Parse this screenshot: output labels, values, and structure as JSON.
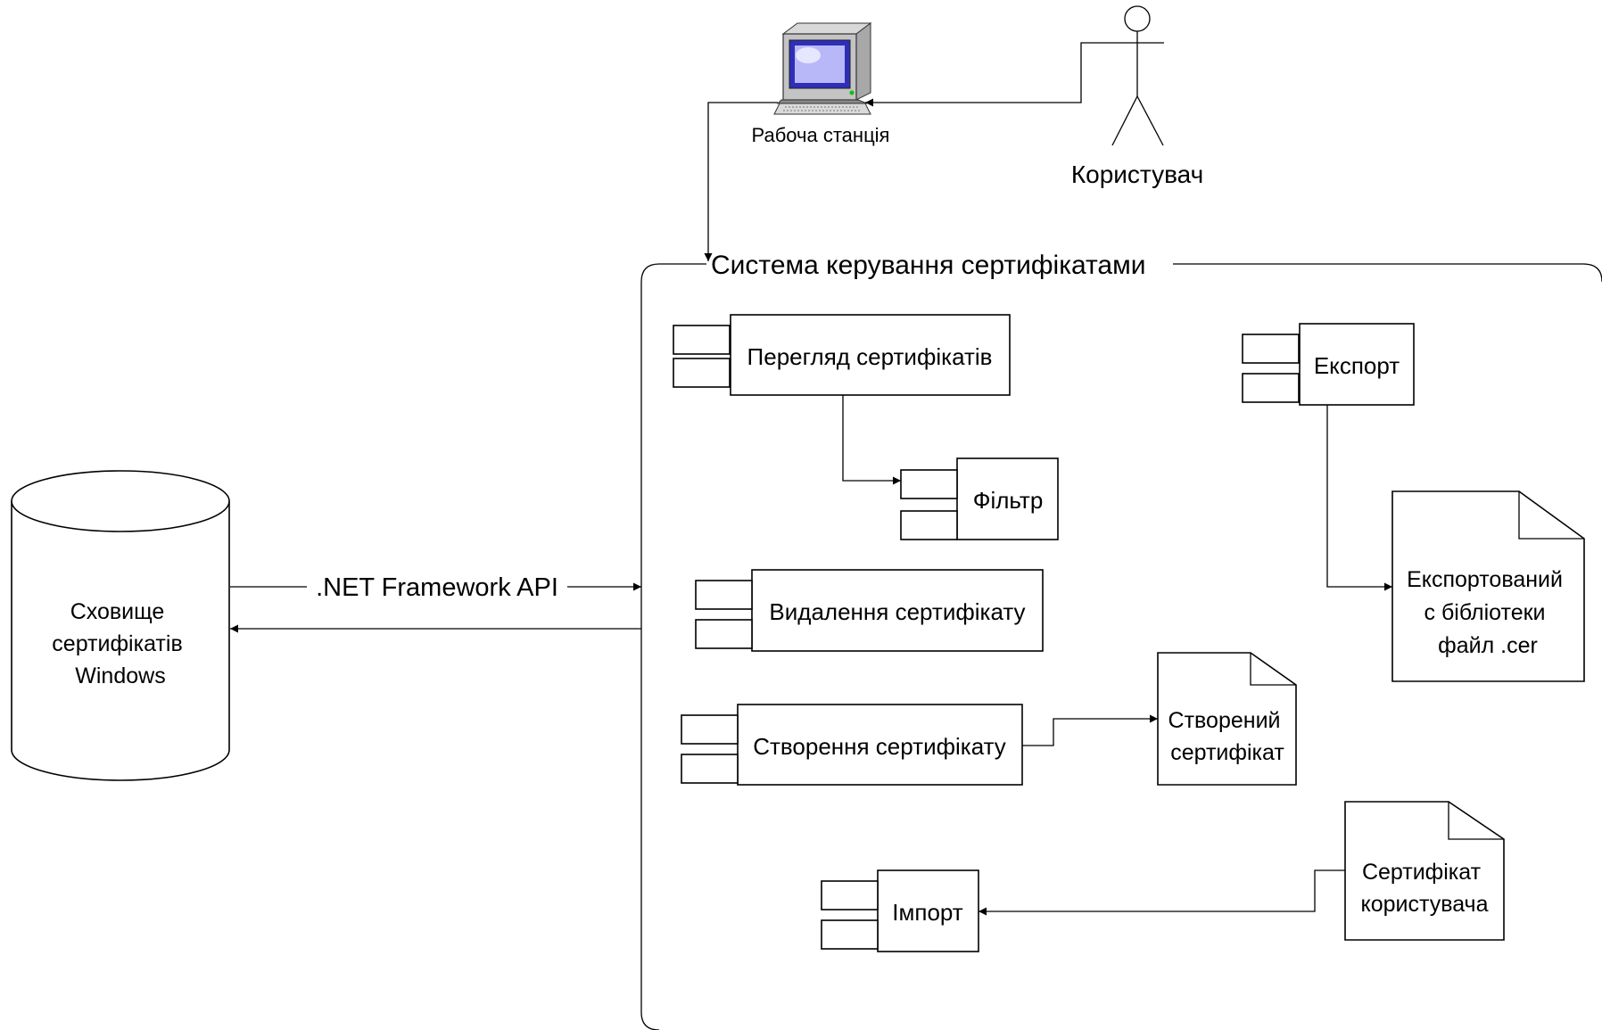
{
  "workstation": {
    "label": "Рабоча станція"
  },
  "actor": {
    "label": "Користувач"
  },
  "system": {
    "title": "Система керування сертифікатами"
  },
  "storage": {
    "lines": [
      "Сховище",
      "сертифікатів",
      "Windows"
    ]
  },
  "api": {
    "label": ".NET Framework API"
  },
  "components": {
    "view": "Перегляд сертифікатів",
    "filter": "Фільтр",
    "export": "Експорт",
    "delete": "Видалення сертифікату",
    "create": "Створення сертифікату",
    "import": "Імпорт"
  },
  "documents": {
    "exported": [
      "Експортований",
      "с бібліотеки",
      "файл .cer"
    ],
    "created": [
      "Створений",
      "сертифікат"
    ],
    "user_cert": [
      "Сертифікат",
      "користувача"
    ]
  }
}
